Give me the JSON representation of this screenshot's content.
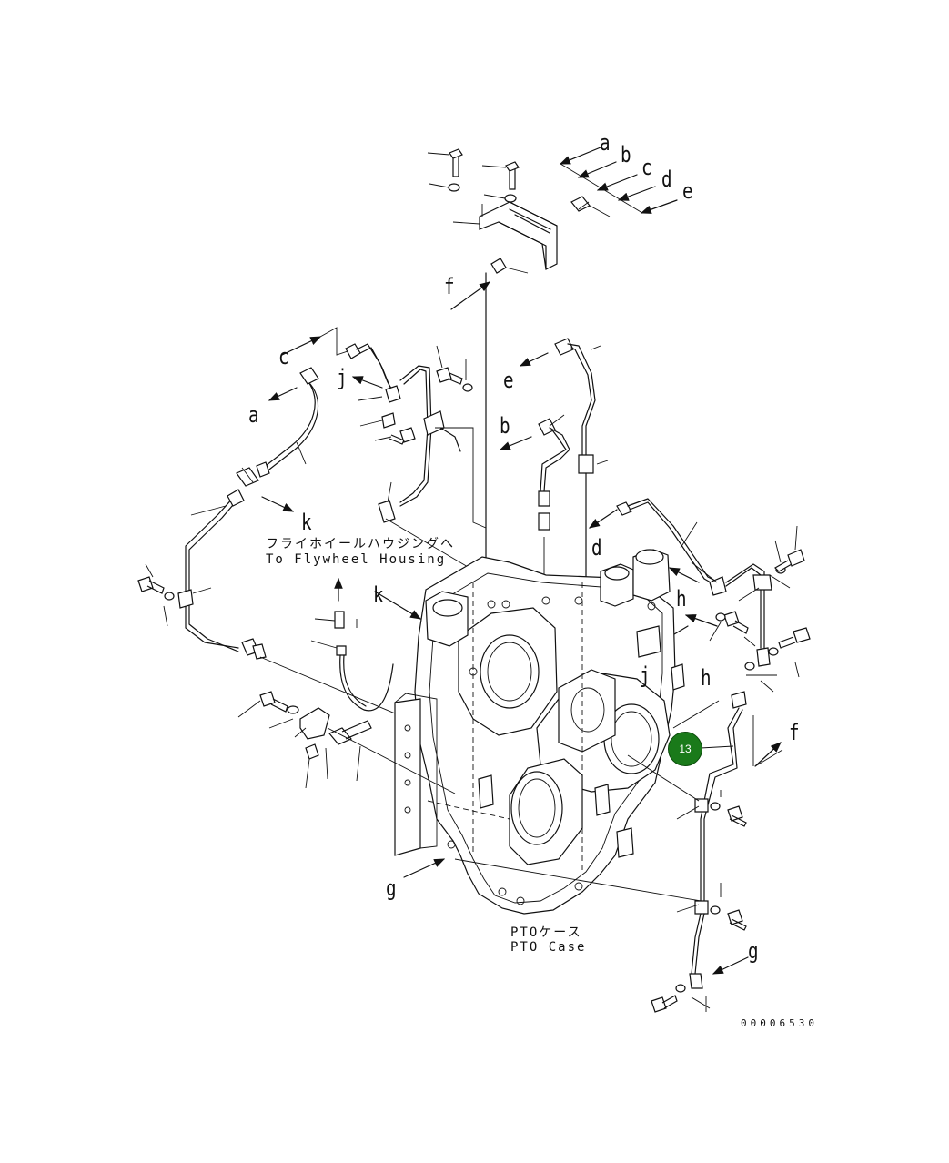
{
  "labels": {
    "a1": "a",
    "b1": "b",
    "c1": "c",
    "d1": "d",
    "e1": "e",
    "f1": "f",
    "c2": "c",
    "a2": "a",
    "j1": "j",
    "k1": "k",
    "e2": "e",
    "b2": "b",
    "d2": "d",
    "k2": "k",
    "h1": "h",
    "h2": "h",
    "j2": "j",
    "f2": "f",
    "g1": "g",
    "g2": "g"
  },
  "captions": {
    "flywheel_jp": "フライホイールハウジングへ",
    "flywheel_en": "To Flywheel Housing",
    "pto_jp": "PTOケース",
    "pto_en": "PTO Case"
  },
  "callout": {
    "number": "13",
    "color": "#1a7a1a"
  },
  "drawing_code": "00006530"
}
